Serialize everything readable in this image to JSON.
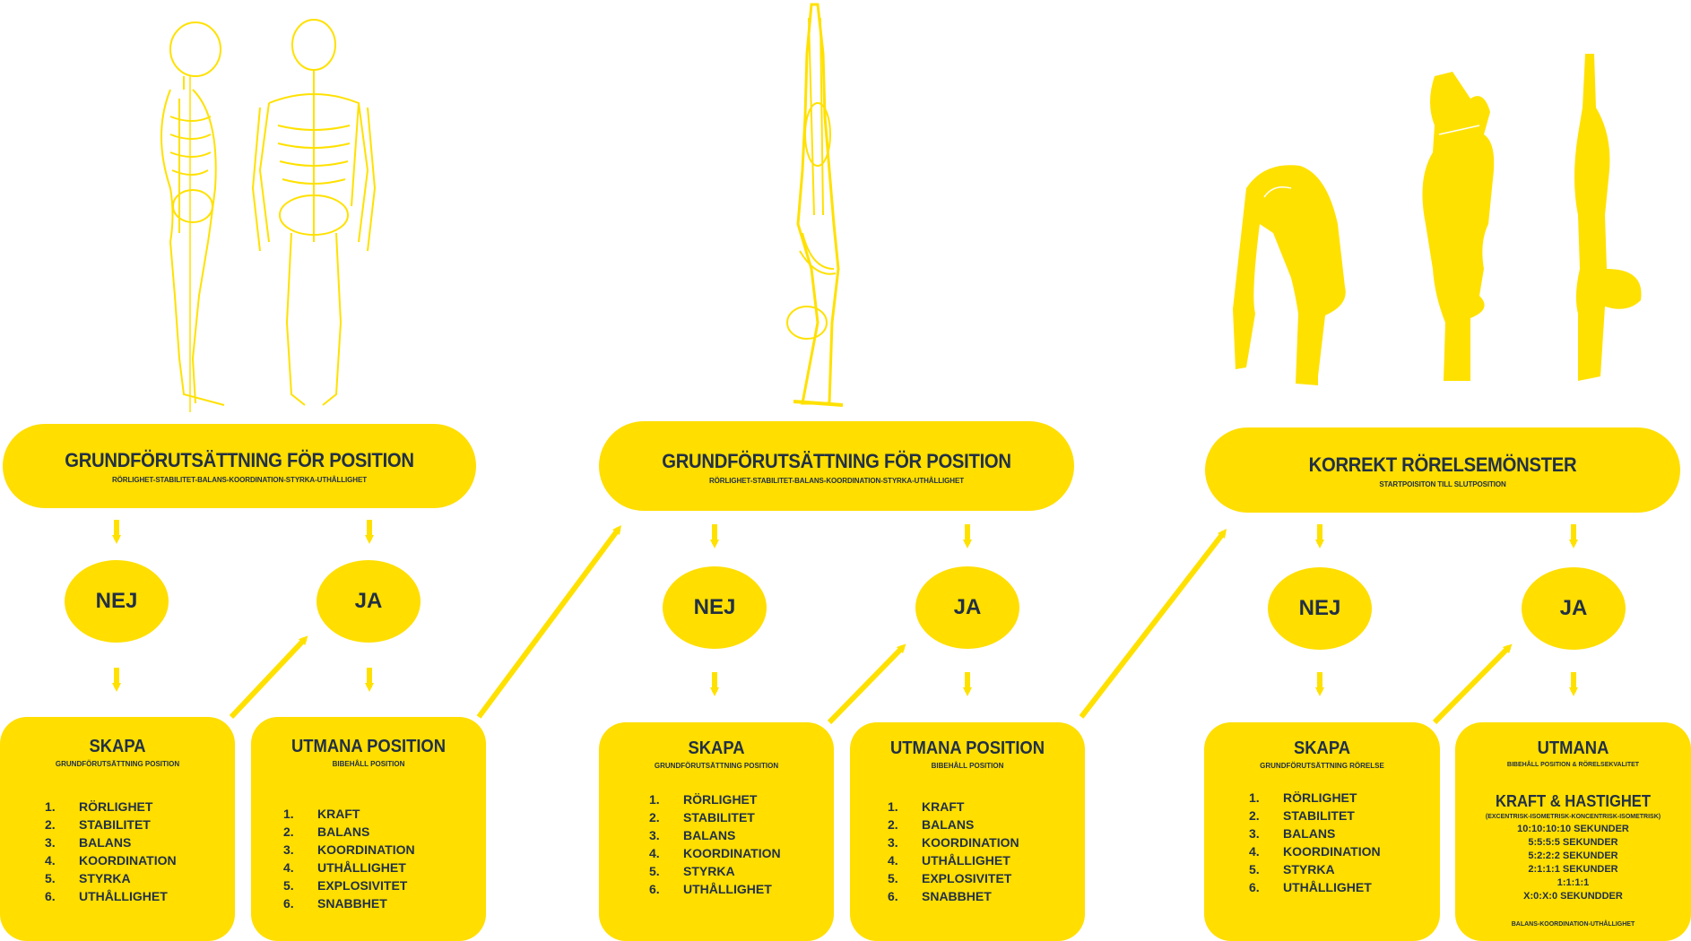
{
  "colors": {
    "accent": "#FFDE00",
    "text": "#223044",
    "figure": "#FFE100"
  },
  "figures": [
    "skeleton-side-figure",
    "skeleton-back-figure",
    "handstand-skeleton-figure",
    "pike-figure",
    "press-figure",
    "handstand-figure"
  ],
  "col1": {
    "header": {
      "title": "GRUNDFÖRUTSÄTTNING FÖR POSITION",
      "subtitle": "RÖRLIGHET-STABILITET-BALANS-KOORDINATION-STYRKA-UTHÅLLIGHET"
    },
    "nej": "NEJ",
    "ja": "JA",
    "left_box": {
      "title": "SKAPA",
      "subtitle": "GRUNDFÖRUTSÄTTNING POSITION",
      "items": [
        {
          "num": "1.",
          "label": "RÖRLIGHET"
        },
        {
          "num": "2.",
          "label": "STABILITET"
        },
        {
          "num": "3.",
          "label": "BALANS"
        },
        {
          "num": "4.",
          "label": "KOORDINATION"
        },
        {
          "num": "5.",
          "label": "STYRKA"
        },
        {
          "num": "6.",
          "label": "UTHÅLLIGHET"
        }
      ]
    },
    "right_box": {
      "title": "UTMANA POSITION",
      "subtitle": "BIBEHÅLL POSITION",
      "items": [
        {
          "num": "1.",
          "label": "KRAFT"
        },
        {
          "num": "2.",
          "label": "BALANS"
        },
        {
          "num": "3.",
          "label": "KOORDINATION"
        },
        {
          "num": "4.",
          "label": "UTHÅLLIGHET"
        },
        {
          "num": "5.",
          "label": "EXPLOSIVITET"
        },
        {
          "num": "6.",
          "label": "SNABBHET"
        }
      ]
    }
  },
  "col2": {
    "header": {
      "title": "GRUNDFÖRUTSÄTTNING FÖR POSITION",
      "subtitle": "RÖRLIGHET-STABILITET-BALANS-KOORDINATION-STYRKA-UTHÅLLIGHET"
    },
    "nej": "NEJ",
    "ja": "JA",
    "left_box": {
      "title": "SKAPA",
      "subtitle": "GRUNDFÖRUTSÄTTNING POSITION",
      "items": [
        {
          "num": "1.",
          "label": "RÖRLIGHET"
        },
        {
          "num": "2.",
          "label": "STABILITET"
        },
        {
          "num": "3.",
          "label": "BALANS"
        },
        {
          "num": "4.",
          "label": "KOORDINATION"
        },
        {
          "num": "5.",
          "label": "STYRKA"
        },
        {
          "num": "6.",
          "label": "UTHÅLLIGHET"
        }
      ]
    },
    "right_box": {
      "title": "UTMANA POSITION",
      "subtitle": "BIBEHÅLL POSITION",
      "items": [
        {
          "num": "1.",
          "label": "KRAFT"
        },
        {
          "num": "2.",
          "label": "BALANS"
        },
        {
          "num": "3.",
          "label": "KOORDINATION"
        },
        {
          "num": "4.",
          "label": "UTHÅLLIGHET"
        },
        {
          "num": "5.",
          "label": "EXPLOSIVITET"
        },
        {
          "num": "6.",
          "label": "SNABBHET"
        }
      ]
    }
  },
  "col3": {
    "header": {
      "title": "KORREKT RÖRELSEMÖNSTER",
      "subtitle": "STARTPOISITON TILL SLUTPOSITION"
    },
    "nej": "NEJ",
    "ja": "JA",
    "left_box": {
      "title": "SKAPA",
      "subtitle": "GRUNDFÖRUTSÄTTNING RÖRELSE",
      "items": [
        {
          "num": "1.",
          "label": "RÖRLIGHET"
        },
        {
          "num": "2.",
          "label": "STABILITET"
        },
        {
          "num": "3.",
          "label": "BALANS"
        },
        {
          "num": "4.",
          "label": "KOORDINATION"
        },
        {
          "num": "5.",
          "label": "STYRKA"
        },
        {
          "num": "6.",
          "label": "UTHÅLLIGHET"
        }
      ]
    },
    "right_box": {
      "title": "UTMANA",
      "subtitle": "BIBEHÅLL POSITION & RÖRELSEKVALITET",
      "heading": "KRAFT & HASTIGHET",
      "note": "(EXCENTRISK-ISOMETRISK-KONCENTRISK-ISOMETRISK)",
      "tempos": [
        "10:10:10:10 SEKUNDER",
        "5:5:5:5 SEKUNDER",
        "5:2:2:2 SEKUNDER",
        "2:1:1:1 SEKUNDER",
        "1:1:1:1",
        "X:0:X:0 SEKUNDDER"
      ],
      "footer": "BALANS-KOORDINATION-UTHÅLLIGHET"
    }
  }
}
